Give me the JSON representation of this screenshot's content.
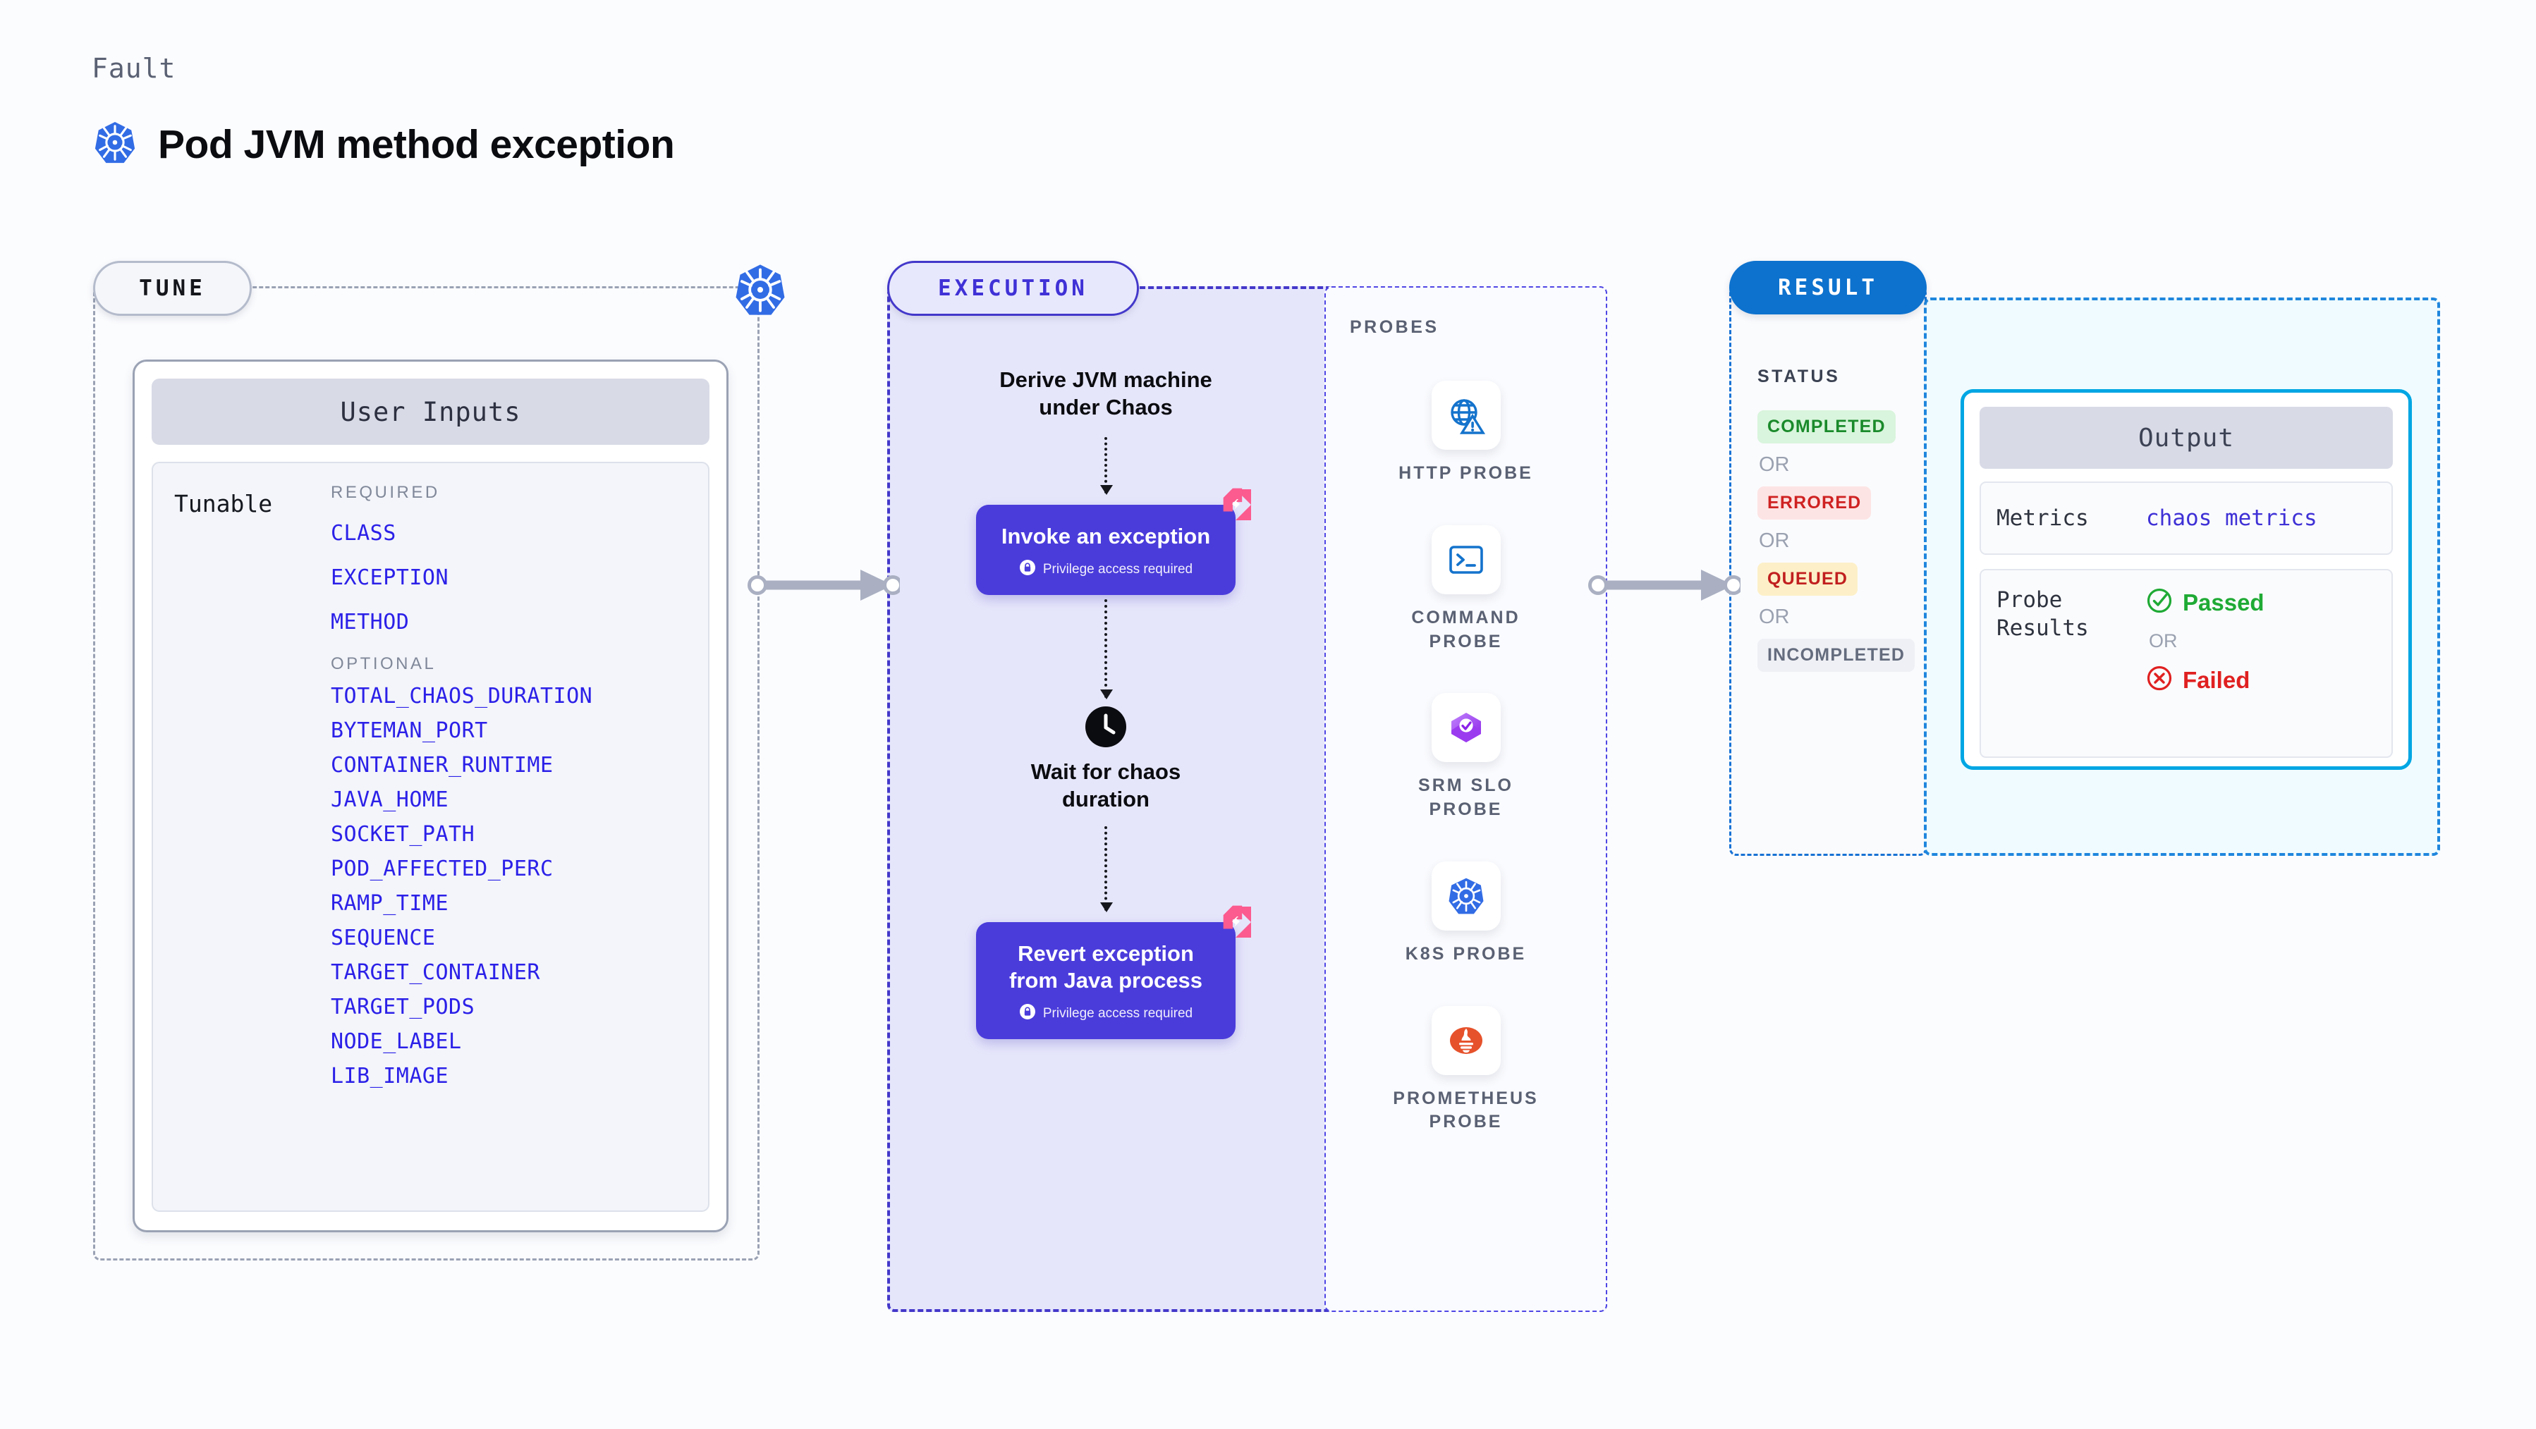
{
  "header": {
    "kicker": "Fault",
    "title": "Pod JVM method exception",
    "icon": "kubernetes-icon"
  },
  "tune": {
    "pill_label": "TUNE",
    "badge_icon": "kubernetes-icon",
    "card_header": "User Inputs",
    "tunable_label": "Tunable",
    "required_label": "REQUIRED",
    "required": [
      "CLASS",
      "EXCEPTION",
      "METHOD"
    ],
    "optional_label": "OPTIONAL",
    "optional": [
      "TOTAL_CHAOS_DURATION",
      "BYTEMAN_PORT",
      "CONTAINER_RUNTIME",
      "JAVA_HOME",
      "SOCKET_PATH",
      "POD_AFFECTED_PERC",
      "RAMP_TIME",
      "SEQUENCE",
      "TARGET_CONTAINER",
      "TARGET_PODS",
      "NODE_LABEL",
      "LIB_IMAGE"
    ]
  },
  "execution": {
    "pill_label": "EXECUTION",
    "step_derive": "Derive JVM machine\nunder Chaos",
    "box_invoke": {
      "title": "Invoke an exception",
      "privilege": "Privilege access required",
      "lock_icon": "lock-icon",
      "corner_icon": "litmus-logo-icon"
    },
    "step_wait": "Wait for chaos\nduration",
    "wait_icon": "clock-icon",
    "box_revert": {
      "title": "Revert exception\nfrom Java process",
      "privilege": "Privilege access required",
      "lock_icon": "lock-icon",
      "corner_icon": "litmus-logo-icon"
    }
  },
  "probes": {
    "title": "PROBES",
    "items": [
      {
        "label": "HTTP PROBE",
        "icon": "globe-warning-icon"
      },
      {
        "label": "COMMAND\nPROBE",
        "icon": "terminal-icon"
      },
      {
        "label": "SRM SLO\nPROBE",
        "icon": "srm-slo-icon"
      },
      {
        "label": "K8S PROBE",
        "icon": "kubernetes-icon"
      },
      {
        "label": "PROMETHEUS\nPROBE",
        "icon": "prometheus-icon"
      }
    ]
  },
  "result": {
    "pill_label": "RESULT",
    "status_title": "STATUS",
    "or_label": "OR",
    "statuses": [
      {
        "label": "COMPLETED",
        "style": "sb-completed"
      },
      {
        "label": "ERRORED",
        "style": "sb-errored"
      },
      {
        "label": "QUEUED",
        "style": "sb-queued"
      },
      {
        "label": "INCOMPLETED",
        "style": "sb-incompleted"
      }
    ]
  },
  "output": {
    "header": "Output",
    "metrics_key": "Metrics",
    "metrics_value": "chaos metrics",
    "probe_results_key": "Probe\nResults",
    "passed_label": "Passed",
    "passed_icon": "check-circle-icon",
    "failed_label": "Failed",
    "failed_icon": "x-circle-icon",
    "or_label": "OR"
  },
  "colors": {
    "kubernetes_blue": "#326CE5",
    "indigo": "#4A3CDB",
    "result_blue": "#0D72CE",
    "cyan": "#00A6E3",
    "litmus_pink": "#FB5B8F",
    "param_blue": "#2B20E8",
    "passed_green": "#1FAA35",
    "failed_red": "#E02020"
  }
}
